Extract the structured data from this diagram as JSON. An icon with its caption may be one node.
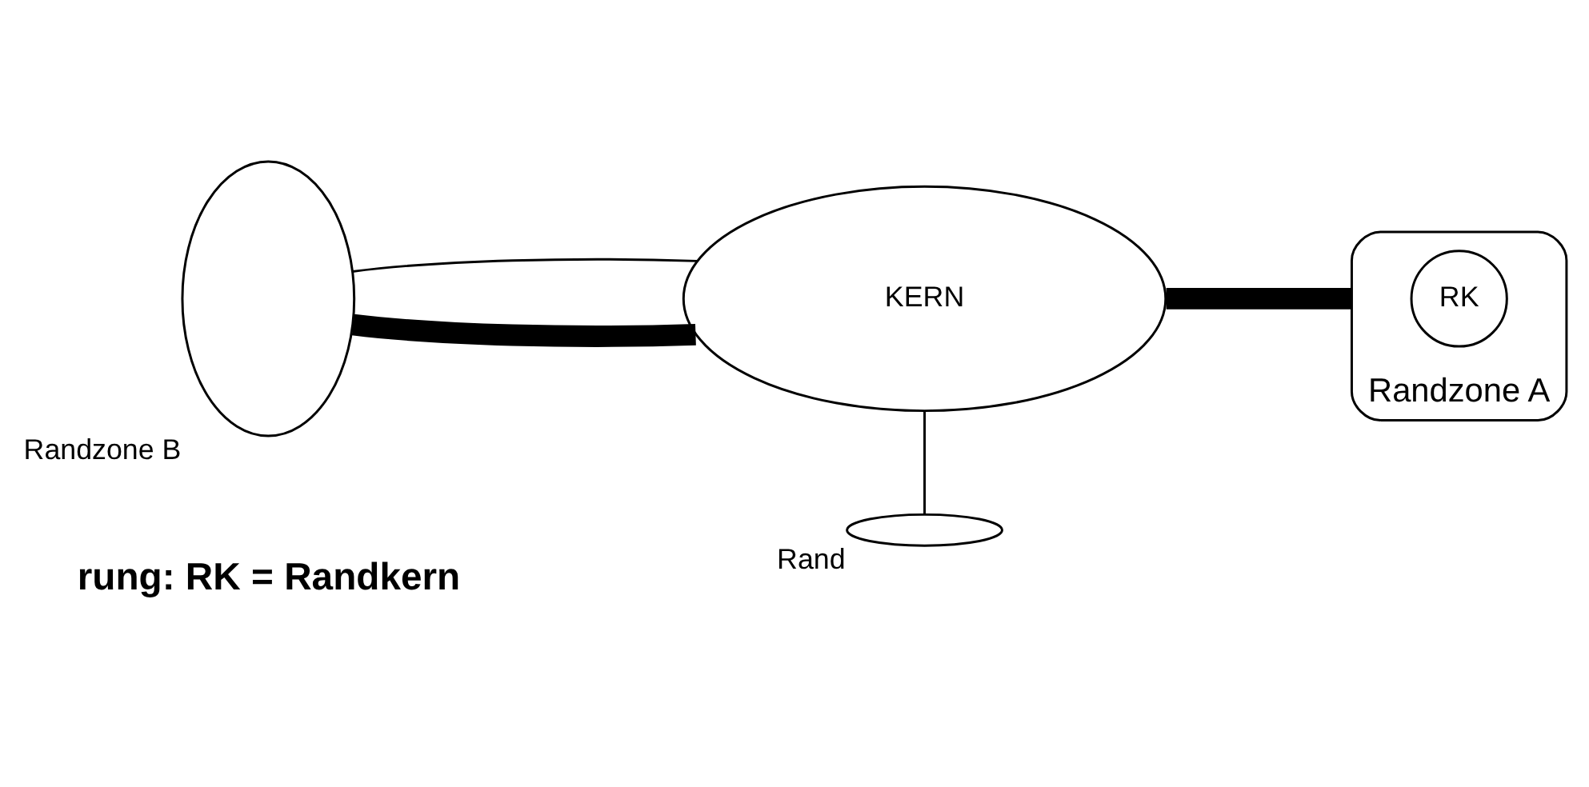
{
  "diagram": {
    "nodes": [
      {
        "text": [],
        "shape": "ellipse",
        "beside": [
          "Randzone B"
        ]
      },
      {
        "text": [
          "KERN"
        ]
      },
      {
        "text": [
          "Randzone A"
        ]
      },
      {
        "text": [
          "RK"
        ],
        "in": 2
      },
      {
        "text": [],
        "shape": "ellipse",
        "beside": [
          "Rand"
        ]
      }
    ],
    "edges": [
      {
        "from": 0,
        "to": 1,
        "arrow": "none",
        "style": "thick"
      },
      {
        "from": 0,
        "to": 1,
        "arrow": "none"
      },
      {
        "from": 1,
        "to": 2,
        "arrow": "none",
        "style": "thick"
      },
      {
        "from": 1,
        "to": 4,
        "arrow": "none"
      }
    ],
    "labels": [
      "rung: RK = Randkern"
    ]
  }
}
